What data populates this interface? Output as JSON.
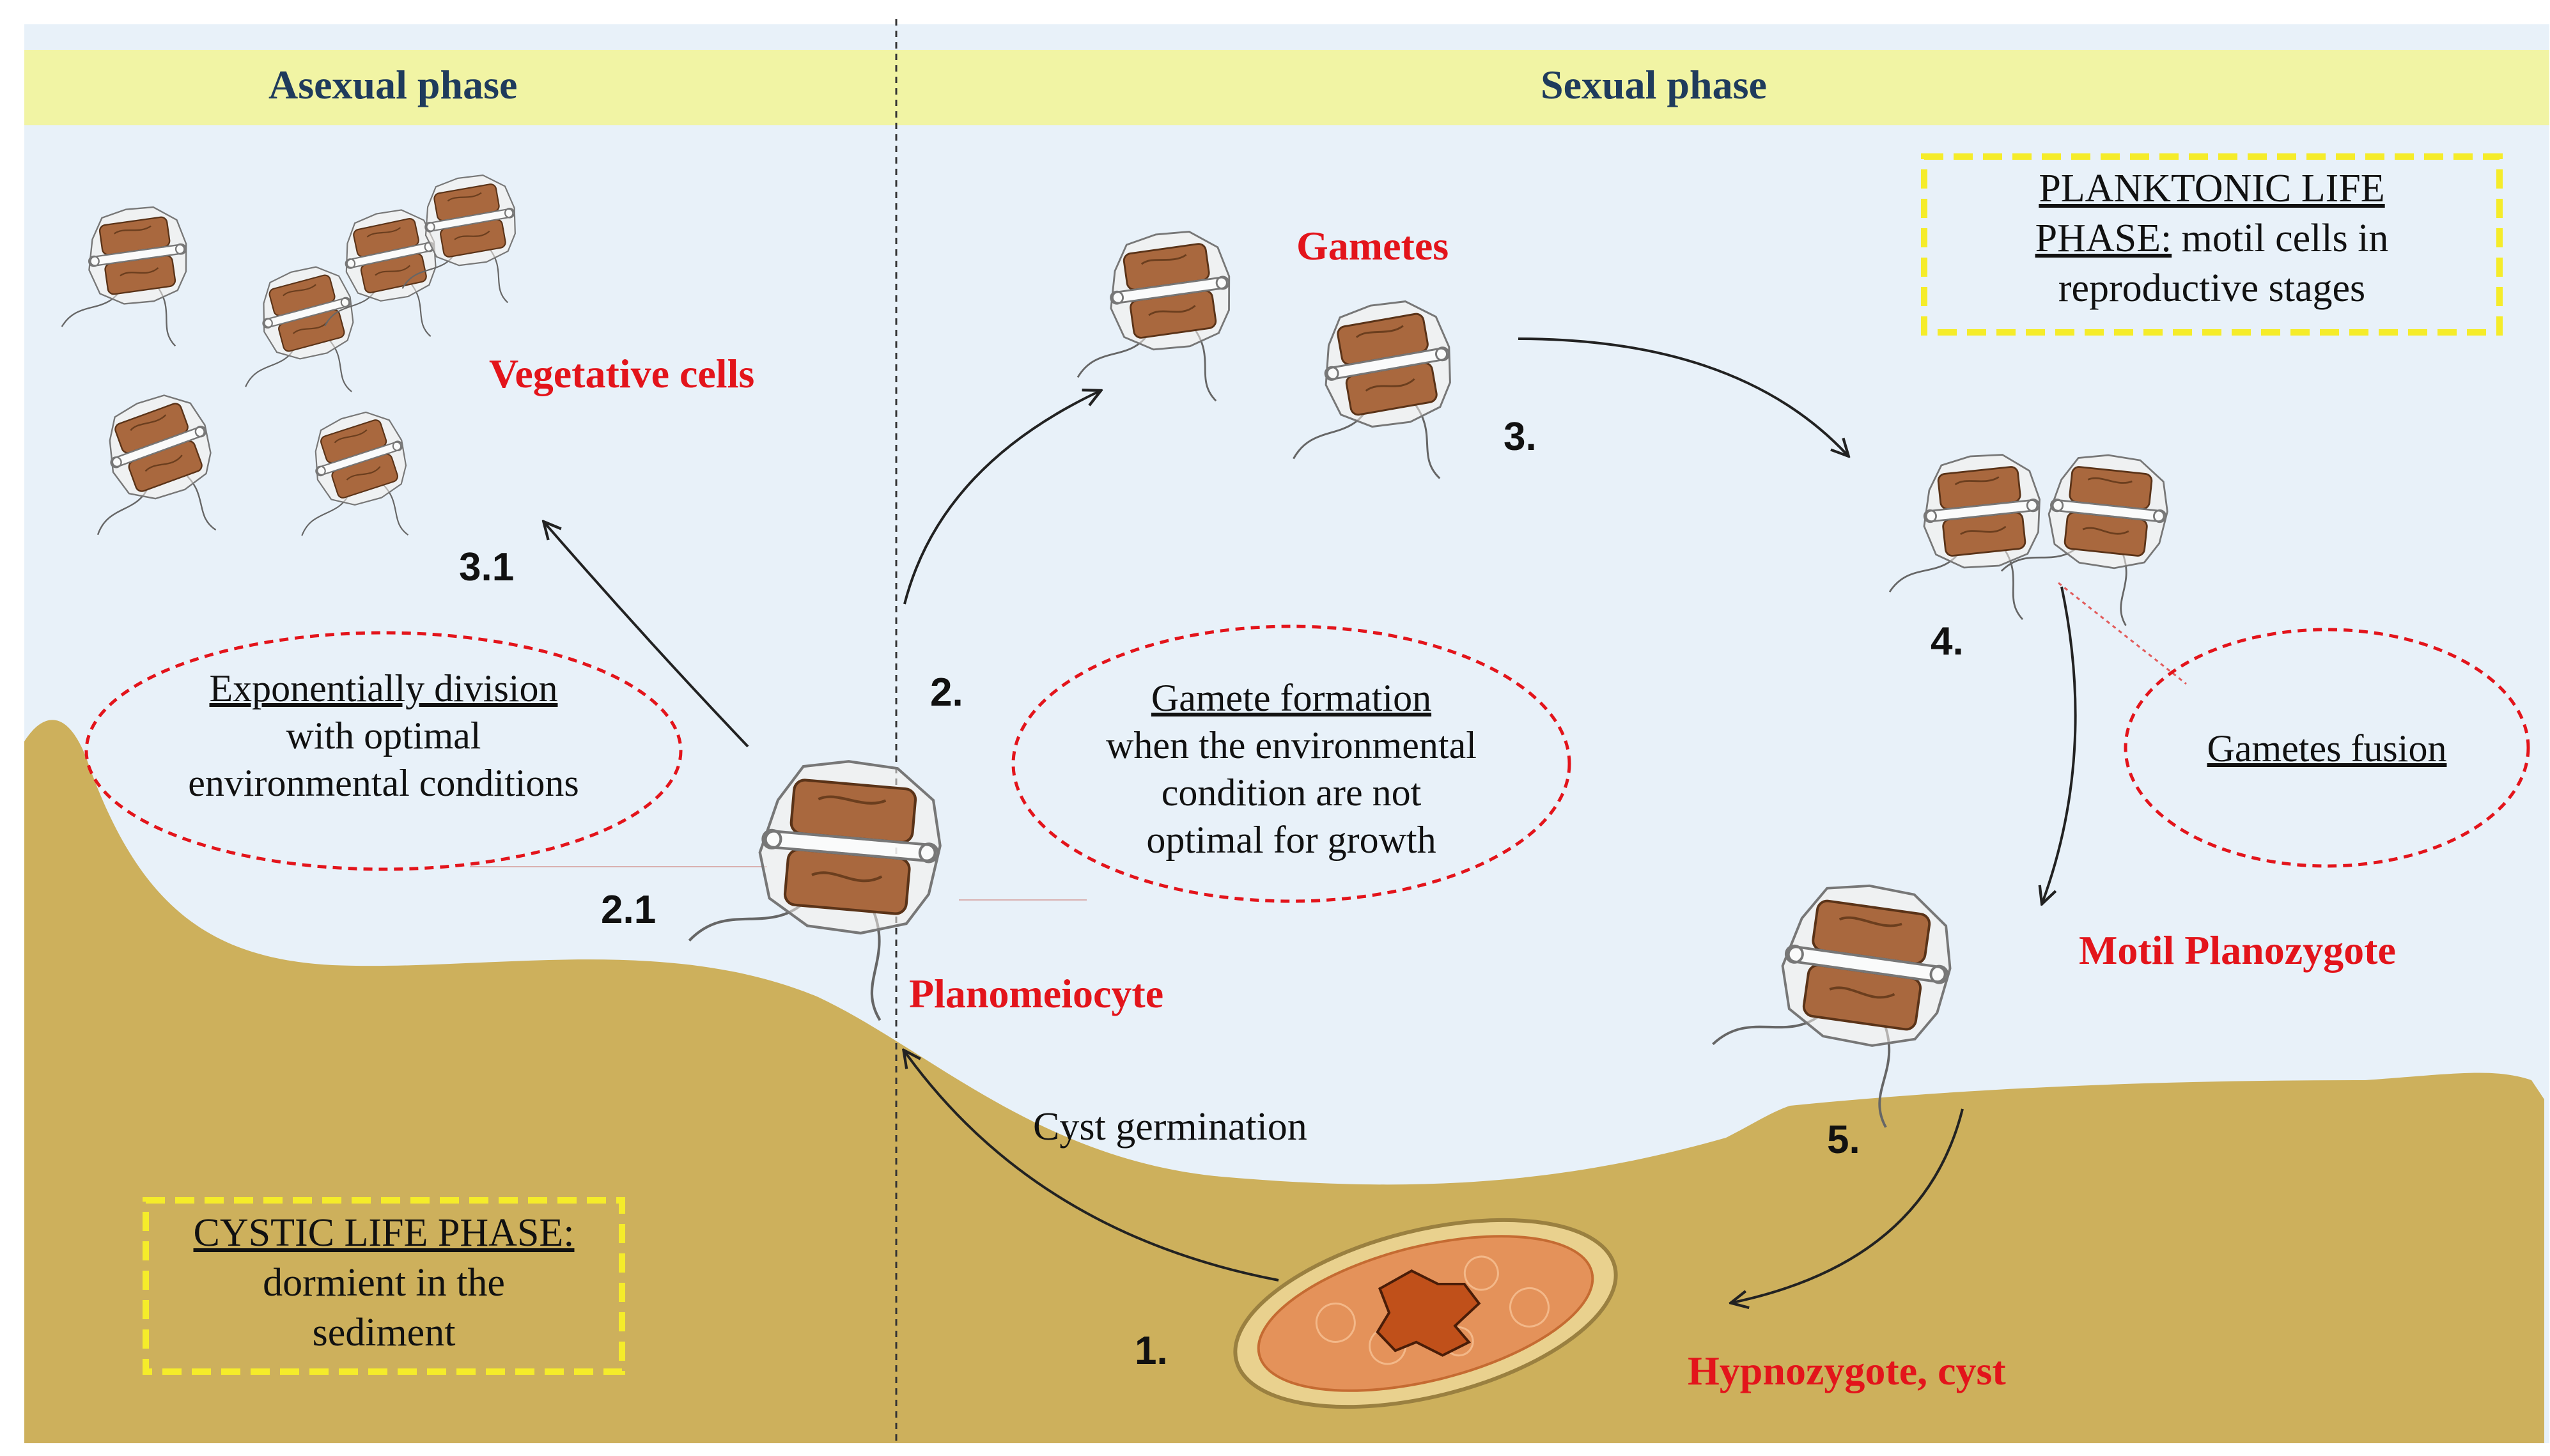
{
  "phases": {
    "asexual": "Asexual phase",
    "sexual": "Sexual phase"
  },
  "labels": {
    "vegetative_cells": "Vegetative cells",
    "gametes": "Gametes",
    "planomeiocyte": "Planomeiocyte",
    "motil_planozygote": "Motil Planozygote",
    "hypnozygote": "Hypnozygote, cyst",
    "cyst_germination": "Cyst germination"
  },
  "steps": {
    "s1": "1.",
    "s2": "2.",
    "s2_1": "2.1",
    "s3": "3.",
    "s3_1": "3.1",
    "s4": "4.",
    "s5": "5."
  },
  "notes": {
    "exponential": {
      "title": "Exponentially division",
      "line2": "with optimal",
      "line3": "environmental conditions"
    },
    "gamete_formation": {
      "title": "Gamete formation",
      "line2": "when the environmental",
      "line3": "condition are not",
      "line4": "optimal for growth"
    },
    "gametes_fusion": {
      "title": "Gametes fusion"
    }
  },
  "boxes": {
    "planktonic": {
      "title_line1": "PLANKTONIC LIFE",
      "title_line2": "PHASE:",
      "rest_line2": " motil cells in",
      "line3": "reproductive stages"
    },
    "cystic": {
      "title": "CYSTIC LIFE PHASE:",
      "line2": "dormient in the",
      "line3": "sediment"
    }
  },
  "colors": {
    "water": "#e8f1f9",
    "header_band": "#f1f4a4",
    "sediment": "#cdb05c",
    "highlight_label": "#e3141b",
    "phase_title": "#1f3b5c",
    "dashed_box": "#f5ec2a",
    "cell_body": "#a9683e",
    "cyst_fill": "#e4925a",
    "cyst_core": "#c0501a"
  }
}
